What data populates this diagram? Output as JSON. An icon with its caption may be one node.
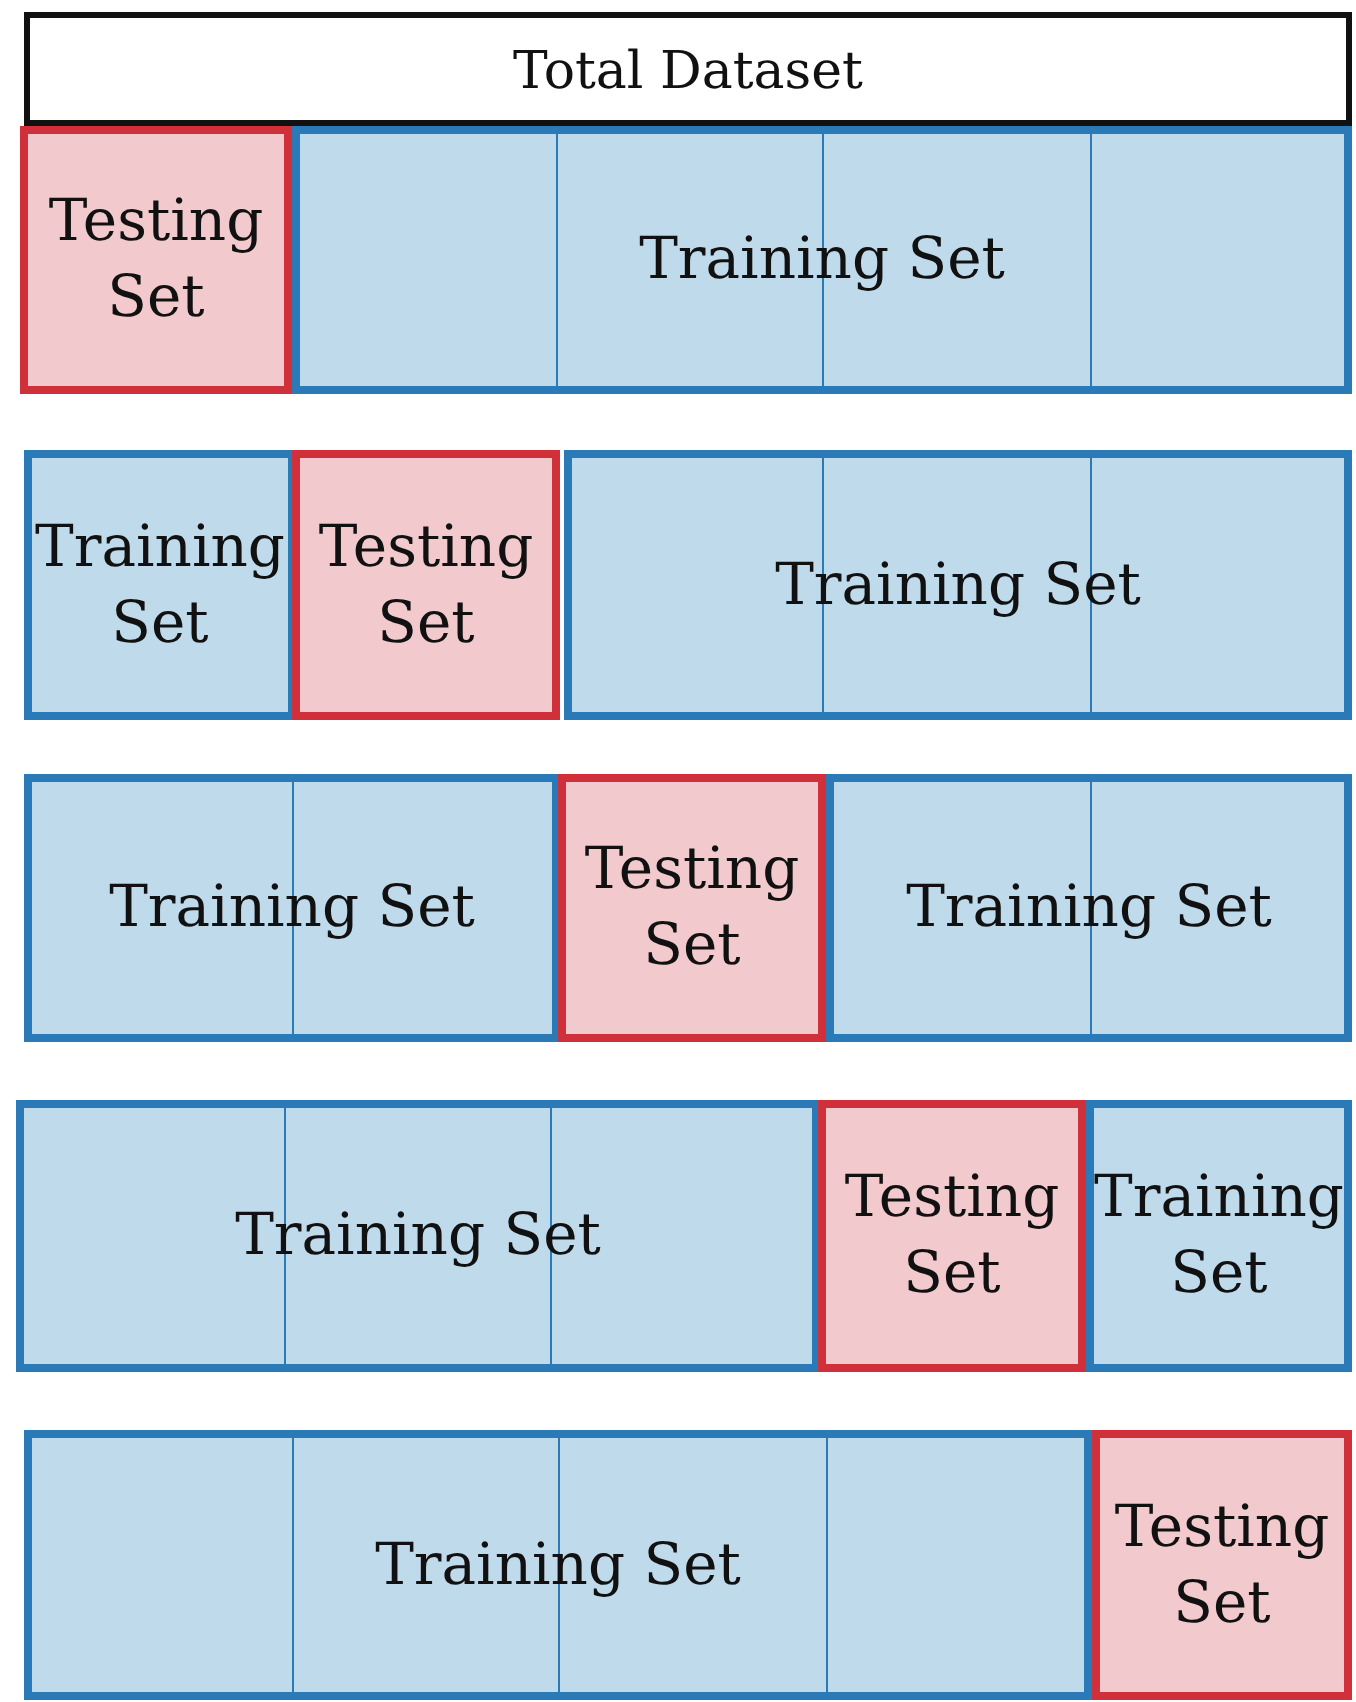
{
  "diagram": {
    "nodes": [
      {
        "text": [
          "Total Dataset"
        ]
      },
      {
        "text": [
          "Testing Set"
        ]
      },
      {
        "text": [
          "Training Set"
        ]
      },
      {
        "text": [
          "Training Set"
        ]
      },
      {
        "text": [
          "Testing Set"
        ]
      },
      {
        "text": [
          "Training Set"
        ]
      },
      {
        "text": [
          "Training Set"
        ]
      },
      {
        "text": [
          "Testing Set"
        ]
      },
      {
        "text": [
          "Training Set"
        ]
      },
      {
        "text": [
          "Training Set"
        ]
      },
      {
        "text": [
          "Testing Set"
        ]
      },
      {
        "text": [
          "Training Set"
        ]
      },
      {
        "text": [
          "Training Set"
        ]
      },
      {
        "text": [
          "Testing Set"
        ]
      }
    ]
  }
}
